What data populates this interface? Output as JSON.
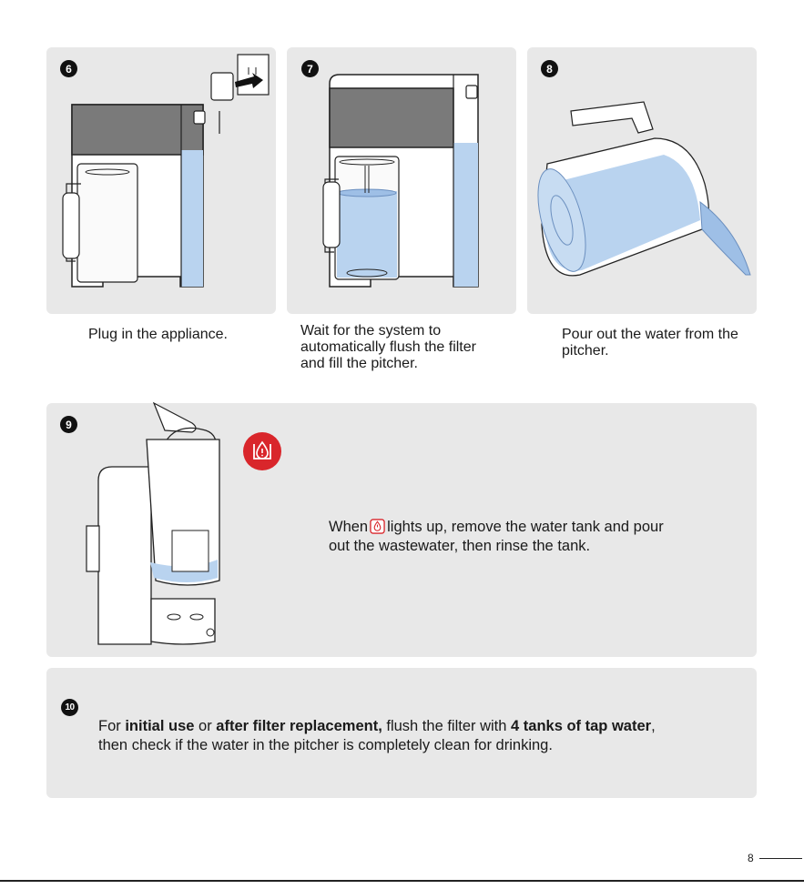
{
  "steps": {
    "s6": {
      "number": "6",
      "caption": "Plug in the appliance."
    },
    "s7": {
      "number": "7",
      "caption_lines": [
        "Wait for the system to",
        "automatically flush the filter",
        "and fill the pitcher."
      ]
    },
    "s8": {
      "number": "8",
      "caption_lines": [
        "Pour out the water from the",
        "pitcher."
      ]
    },
    "s9": {
      "number": "9",
      "text_before": "When",
      "text_after_line1": "lights up, remove the water tank and pour",
      "text_line2": "out the wastewater, then rinse the tank.",
      "warning_icon": "water-drop-warning-icon"
    },
    "s10": {
      "number": "10",
      "t1": "For ",
      "b1": "initial use",
      "t2": " or ",
      "b2": "after filter replacement,",
      "t3": " flush the filter with ",
      "b3": "4 tanks of tap water",
      "t4": ",",
      "line2": "then check if the water in the pitcher is completely clean for drinking."
    }
  },
  "page": {
    "number": "8"
  },
  "colors": {
    "panel": "#e8e8e8",
    "water": "#b9d3ef",
    "warning": "#d9262b",
    "lid": "#7a7a7a"
  }
}
